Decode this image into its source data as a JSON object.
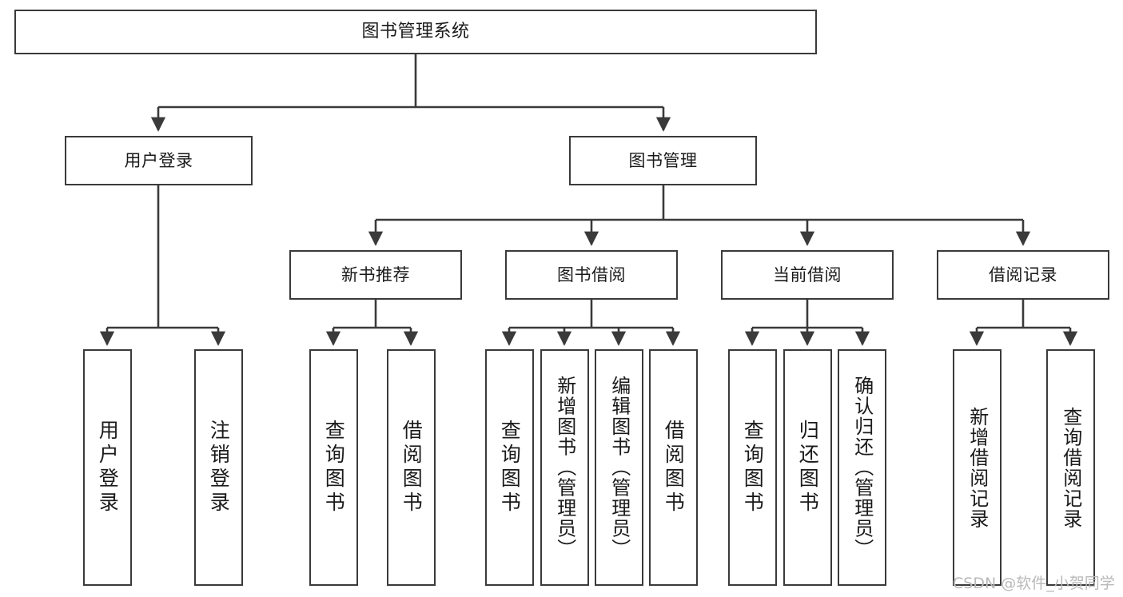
{
  "diagram": {
    "title": "图书管理系统",
    "type": "hierarchy-tree",
    "root": {
      "label": "图书管理系统"
    },
    "level2": [
      {
        "label": "用户登录"
      },
      {
        "label": "图书管理"
      }
    ],
    "level3": [
      {
        "label": "新书推荐"
      },
      {
        "label": "图书借阅"
      },
      {
        "label": "当前借阅"
      },
      {
        "label": "借阅记录"
      }
    ],
    "leaves": [
      {
        "label": "用户登录"
      },
      {
        "label": "注销登录"
      },
      {
        "label": "查询图书"
      },
      {
        "label": "借阅图书"
      },
      {
        "label": "查询图书"
      },
      {
        "label": "新增图书（管理员）"
      },
      {
        "label": "编辑图书（管理员）"
      },
      {
        "label": "借阅图书"
      },
      {
        "label": "查询图书"
      },
      {
        "label": "归还图书"
      },
      {
        "label": "确认归还（管理员）"
      },
      {
        "label": "新增借阅记录"
      },
      {
        "label": "查询借阅记录"
      }
    ]
  },
  "watermark": {
    "text": "CSDN @软件_小贺同学"
  },
  "colors": {
    "stroke": "#3a3a3a",
    "background": "#ffffff",
    "text": "#1a1a1a",
    "watermark": "#b9b9b9"
  }
}
